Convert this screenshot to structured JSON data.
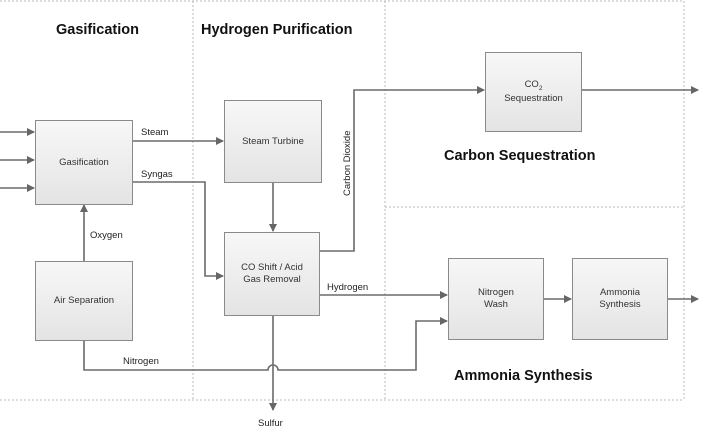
{
  "sections": {
    "gasification": "Gasification",
    "hydrogen_purification": "Hydrogen Purification",
    "carbon_sequestration": "Carbon Sequestration",
    "ammonia_synthesis": "Ammonia Synthesis"
  },
  "boxes": {
    "gasification": "Gasification",
    "air_separation": "Air Separation",
    "steam_turbine": "Steam Turbine",
    "co_shift_line1": "CO Shift / Acid",
    "co_shift_line2": "Gas Removal",
    "co2_prefix": "CO",
    "co2_sub": "2",
    "co2_line2": "Sequestration",
    "nitrogen_wash_line1": "Nitrogen",
    "nitrogen_wash_line2": "Wash",
    "ammonia_synth_line1": "Ammonia",
    "ammonia_synth_line2": "Synthesis"
  },
  "flows": {
    "steam": "Steam",
    "syngas": "Syngas",
    "oxygen": "Oxygen",
    "nitrogen": "Nitrogen",
    "hydrogen": "Hydrogen",
    "carbon_dioxide": "Carbon Dioxide",
    "sulfur": "Sulfur"
  }
}
